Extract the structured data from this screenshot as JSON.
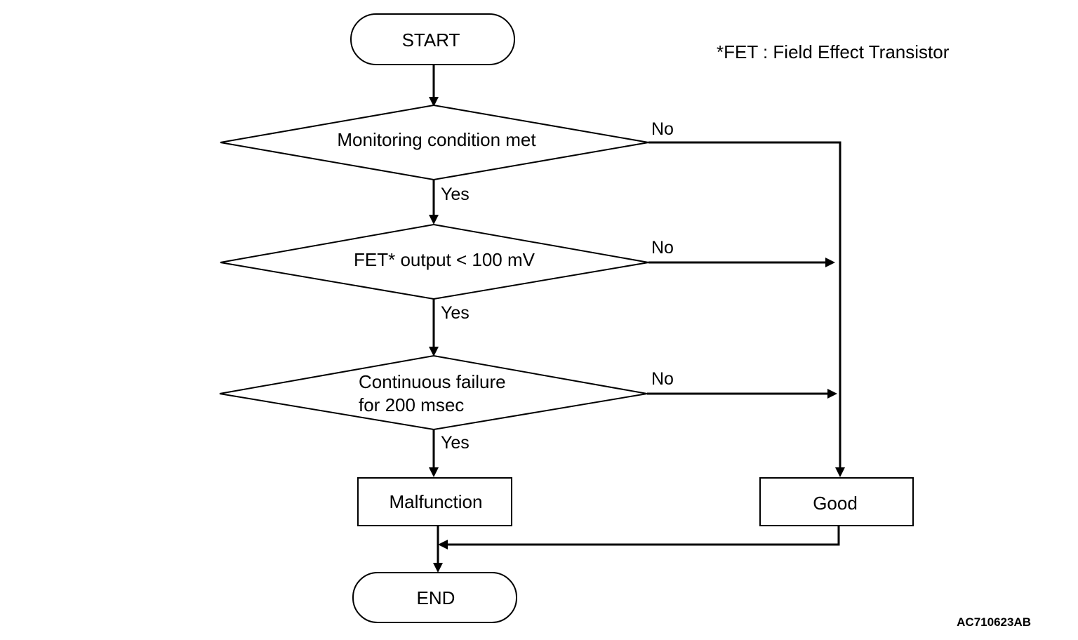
{
  "nodes": {
    "start": "START",
    "decision_1": "Monitoring condition met",
    "decision_2": "FET* output < 100 mV",
    "decision_3_line1": "Continuous failure",
    "decision_3_line2": "for 200 msec",
    "malfunction": "Malfunction",
    "good": "Good",
    "end": "END"
  },
  "edges": {
    "yes": "Yes",
    "no": "No"
  },
  "note": "*FET : Field Effect Transistor",
  "figure_code": "AC710623AB"
}
